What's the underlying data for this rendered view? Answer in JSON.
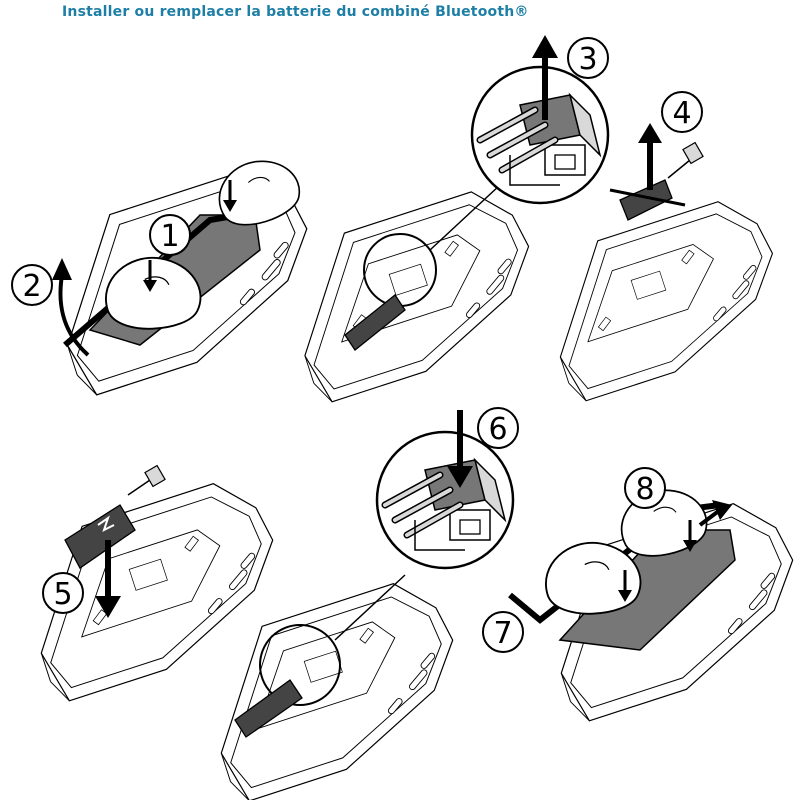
{
  "title": "Installer ou remplacer la batterie du combiné Bluetooth®",
  "colors": {
    "title": "#1e7fa6",
    "ink": "#000000",
    "grey": "#777777",
    "light": "#d9d9d9",
    "paper": "#ffffff"
  },
  "steps": [
    {
      "id": 1,
      "label": "1"
    },
    {
      "id": 2,
      "label": "2"
    },
    {
      "id": 3,
      "label": "3"
    },
    {
      "id": 4,
      "label": "4"
    },
    {
      "id": 5,
      "label": "5"
    },
    {
      "id": 6,
      "label": "6"
    },
    {
      "id": 7,
      "label": "7"
    },
    {
      "id": 8,
      "label": "8"
    }
  ]
}
